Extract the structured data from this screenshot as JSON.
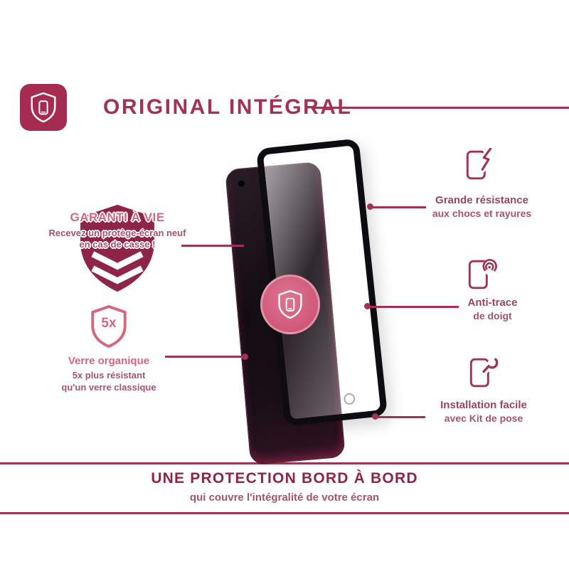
{
  "header": {
    "title": "ORIGINAL INTÉGRAL"
  },
  "callouts_left": {
    "warranty": {
      "title": "GARANTI À VIE",
      "line1": "Recevez un protège-écran neuf",
      "line2": "en cas de casse !"
    },
    "organic_glass": {
      "badge": "5x",
      "title": "Verre organique",
      "line1": "5x plus résistant",
      "line2": "qu'un verre classique"
    }
  },
  "callouts_right": {
    "resistance": {
      "title": "Grande résistance",
      "subtitle": "aux chocs et rayures"
    },
    "anti_trace": {
      "title": "Anti-trace",
      "subtitle": "de doigt"
    },
    "installation": {
      "title": "Installation facile",
      "subtitle": "avec Kit de pose"
    }
  },
  "footer": {
    "title": "UNE PROTECTION BORD À BORD",
    "subtitle": "qui couvre l'intégralité de votre écran"
  },
  "icons": {
    "brand_badge": "shield-phone-icon",
    "warranty": "shield-chevron-icon",
    "organic_glass": "shield-5x-icon",
    "resistance": "phone-impact-icon",
    "anti_trace": "phone-fingerprint-icon",
    "installation": "phone-wrench-icon",
    "glass_disc": "shield-phone-icon"
  },
  "colors": {
    "primary": "#A23157",
    "dark": "#8F2546",
    "accent": "#D4667F",
    "text": "#A65372",
    "textStrong": "#9C4465",
    "badgeBg": "#A52C50"
  }
}
